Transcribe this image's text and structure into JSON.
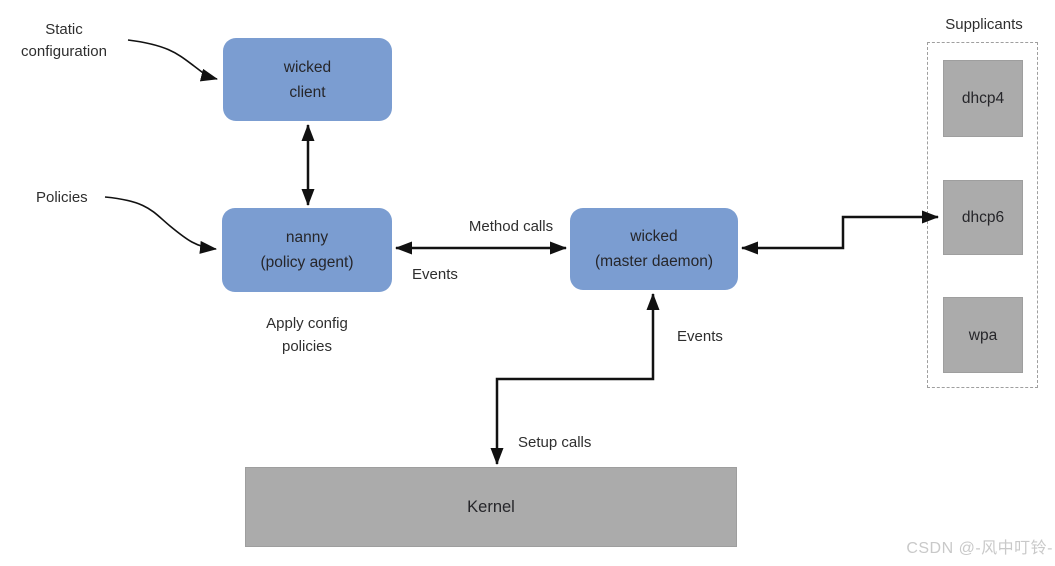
{
  "colors": {
    "accent_blue": "#7b9dd1",
    "node_gray": "#ababab",
    "arrow_black": "#111111",
    "node_text": "#26262a",
    "label_text": "#2e2e2e",
    "watermark_gray": "#c9c9c9",
    "dash_border": "#9f9f9f"
  },
  "nodes": {
    "wicked_client": {
      "line1": "wicked",
      "line2": "client"
    },
    "nanny": {
      "line1": "nanny",
      "line2": "(policy agent)"
    },
    "wicked_master": {
      "line1": "wicked",
      "line2": "(master daemon)"
    },
    "kernel": {
      "label": "Kernel"
    },
    "dhcp4": {
      "label": "dhcp4"
    },
    "dhcp6": {
      "label": "dhcp6"
    },
    "wpa": {
      "label": "wpa"
    }
  },
  "labels": {
    "static_configuration": {
      "line1": "Static",
      "line2": "configuration"
    },
    "policies": "Policies",
    "method_calls": "Method calls",
    "events_nanny": "Events",
    "events_kernel": "Events",
    "setup_calls": "Setup calls",
    "apply_config": {
      "line1": "Apply config",
      "line2": "policies"
    },
    "supplicants": "Supplicants"
  },
  "watermark": "CSDN @-风中叮铃-"
}
